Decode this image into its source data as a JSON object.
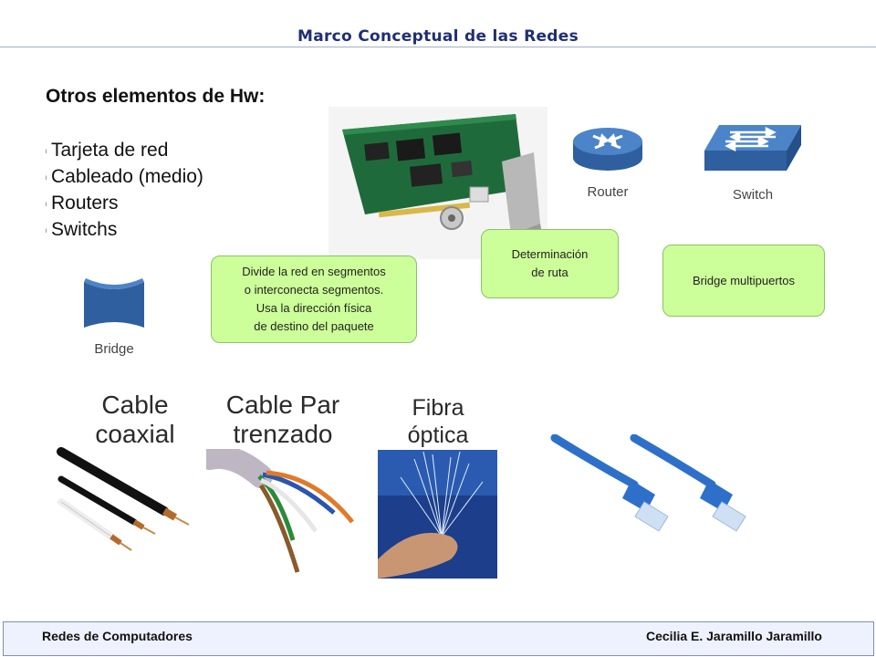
{
  "header": {
    "title": "Marco Conceptual de las Redes"
  },
  "content": {
    "heading": "Otros elementos de Hw:",
    "bullets": [
      "Tarjeta de red",
      "Cableado (medio)",
      "Routers",
      "Switchs"
    ],
    "bullet_marker": "l"
  },
  "icons": {
    "router_label": "Router",
    "switch_label": "Switch",
    "bridge_label": "Bridge"
  },
  "callouts": {
    "segment_lines": [
      "Divide la red en segmentos",
      "o interconecta segmentos.",
      "Usa la dirección física",
      "de destino del paquete"
    ],
    "route_lines": [
      "Determinación",
      "de ruta"
    ],
    "bridge_multiport": "Bridge multipuertos"
  },
  "cables": {
    "coax_lines": [
      "Cable",
      "coaxial"
    ],
    "twisted_lines": [
      "Cable Par",
      "trenzado"
    ],
    "fiber_lines": [
      "Fibra",
      "óptica"
    ]
  },
  "footer": {
    "left": "Redes de Computadores",
    "right": "Cecilia E. Jaramillo Jaramillo"
  },
  "colors": {
    "accent_blue": "#3d72b8",
    "callout_green": "#ccff99",
    "title_navy": "#1f2f73"
  }
}
